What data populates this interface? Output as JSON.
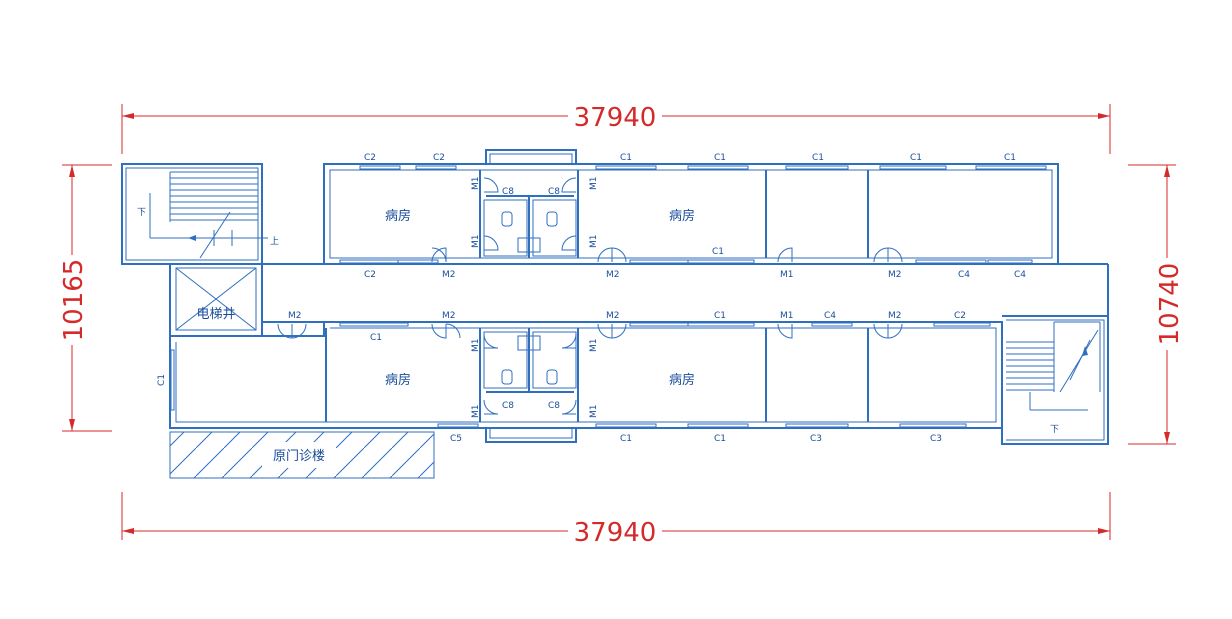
{
  "dimensions": {
    "top_width": "37940",
    "bottom_width": "37940",
    "left_height": "10165",
    "right_height": "10740"
  },
  "rooms": {
    "ward": "病房",
    "elevator": "电梯井",
    "canopy": "原门诊楼"
  },
  "stair_labels": {
    "down": "下",
    "up": "上"
  },
  "openings": {
    "c1": "C1",
    "c2": "C2",
    "c3": "C3",
    "c4": "C4",
    "c5": "C5",
    "c8": "C8",
    "m1": "M1",
    "m2": "M2"
  },
  "colors": {
    "plan_lines": "#2f6fc0",
    "dimension_lines": "#d42a2a",
    "background": "#ffffff"
  }
}
